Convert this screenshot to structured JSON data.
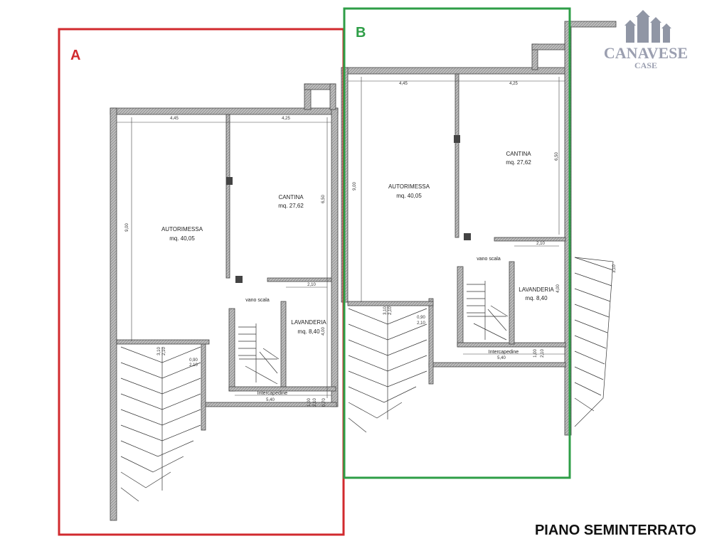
{
  "title": "PIANO SEMINTERRATO",
  "logo": {
    "brand": "CANAVESE",
    "sub": "CASE"
  },
  "colors": {
    "frame_a": "#d12a2e",
    "frame_b": "#2e9e47",
    "wall": "#8c8c8c",
    "line": "#222222"
  },
  "units": [
    {
      "letter": "A",
      "rooms": {
        "autorimessa": {
          "name": "AUTORIMESSA",
          "area": "mq. 40,05"
        },
        "cantina": {
          "name": "CANTINA",
          "area": "mq. 27,62"
        },
        "lavanderia": {
          "name": "LAVANDERIA",
          "area": "mq. 8,40"
        },
        "vano_scala": "vano scala",
        "intercapedine": "Intercapedine"
      },
      "dims": {
        "w1": "4,45",
        "w2": "4,25",
        "h_left": "9,00",
        "h_right": "6,50",
        "d_210": "2,10",
        "d_400": "4,00",
        "d_540": "5,40",
        "d_310": "3,10",
        "d_210b": "2,10",
        "d_090": "0,90",
        "d_210c": "2,10",
        "d_100": "1,00",
        "d_210d": "2,10",
        "d_070": "0,70"
      }
    },
    {
      "letter": "B",
      "rooms": {
        "autorimessa": {
          "name": "AUTORIMESSA",
          "area": "mq. 40,05"
        },
        "cantina": {
          "name": "CANTINA",
          "area": "mq. 27,62"
        },
        "lavanderia": {
          "name": "LAVANDERIA",
          "area": "mq. 8,40"
        },
        "vano_scala": "vano scala",
        "intercapedine": "Intercapedine"
      },
      "dims": {
        "w1": "4,45",
        "w2": "4,25",
        "h_left": "9,00",
        "h_right": "6,50",
        "d_210": "2,10",
        "d_400": "4,00",
        "d_540": "5,40",
        "d_310": "3,10",
        "d_210b": "2,10",
        "d_090": "0,90",
        "d_210c": "2,10",
        "d_100": "1,00",
        "d_210d": "2,10",
        "d_310r": "3,10"
      }
    }
  ]
}
